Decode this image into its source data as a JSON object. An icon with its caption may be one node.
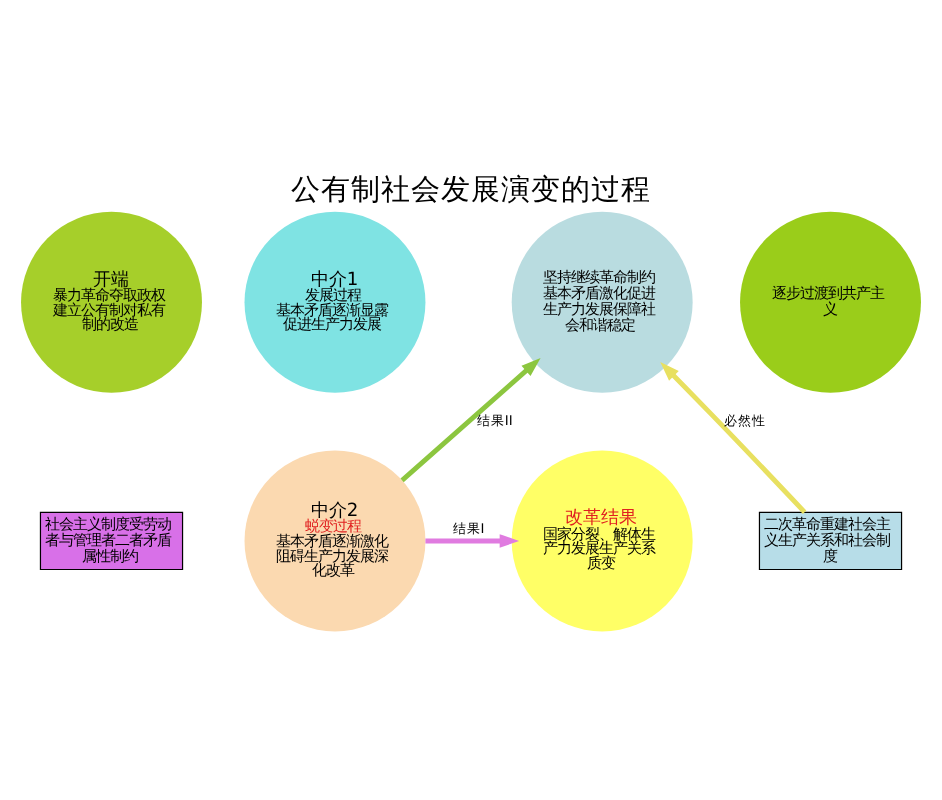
{
  "diagram": {
    "title": "公有制社会发展演变的过程",
    "nodes": [
      {
        "text": [
          "开端",
          "暴力革命夺取政权建立公有制对私有制的改造"
        ]
      },
      {
        "text": [
          "中介1",
          "发展过程",
          "基本矛盾逐渐显露促进生产力发展"
        ]
      },
      {
        "text": [
          "坚持继续革命制约基本矛盾激化促进生产力发展保障社会和谐稳定"
        ]
      },
      {
        "text": [
          "逐步过渡到共产主义"
        ]
      },
      {
        "text": [
          "社会主义制度受劳动者与管理者二者矛盾属性制约"
        ]
      },
      {
        "text": [
          "中介2",
          "蜕变过程",
          "基本矛盾逐渐激化阻碍生产力发展深化改革"
        ]
      },
      {
        "text": [
          "改革结果",
          "国家分裂、解体生产力发展生产关系质变"
        ]
      },
      {
        "text": [
          "二次革命重建社会主义生产关系和社会制度"
        ]
      }
    ],
    "edges": [
      {
        "from": 5,
        "to": 2,
        "arrow": "to",
        "label": "结果II",
        "color": "#8cc63f"
      },
      {
        "from": 7,
        "to": 2,
        "arrow": "to",
        "label": "必然性",
        "color": "#e8e060"
      },
      {
        "from": 5,
        "to": 6,
        "arrow": "to",
        "label": "结果I",
        "color": "#e07be0"
      }
    ]
  }
}
